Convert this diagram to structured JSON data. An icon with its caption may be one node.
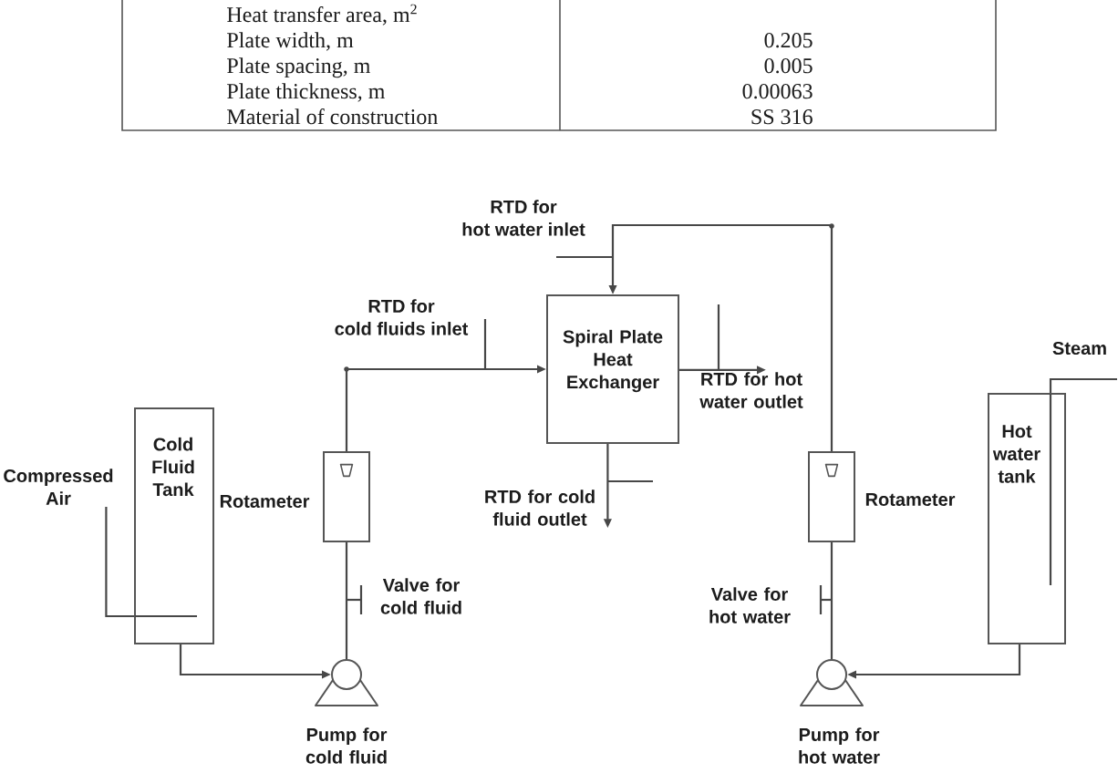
{
  "diagram": {
    "nodes": [
      {
        "text": [
          "Compressed Air"
        ]
      },
      {
        "text": [
          "Cold Fluid Tank"
        ]
      },
      {
        "text": [],
        "shape": "box",
        "beside": [
          "Rotameter"
        ]
      },
      {
        "text": [],
        "shape": "circle",
        "beside": [
          "Pump for cold fluid"
        ]
      },
      {
        "text": [
          "Spiral Plate Heat Exchanger"
        ]
      },
      {
        "text": [
          "RTD for hot water outlet"
        ]
      },
      {
        "text": [
          "RTD for cold fluid outlet"
        ]
      },
      {
        "text": [],
        "shape": "box",
        "beside": [
          "Rotameter"
        ]
      },
      {
        "text": [],
        "shape": "circle",
        "beside": [
          "Pump for hot water"
        ]
      },
      {
        "text": [
          "Hot water tank"
        ]
      }
    ],
    "edges": [
      {
        "from": 0,
        "to": 1,
        "arrow": "none"
      },
      {
        "from": 1,
        "to": 3,
        "arrow": "to"
      },
      {
        "from": 3,
        "to": 2,
        "arrow": "none"
      },
      {
        "from": 2,
        "to": 4,
        "arrow": "to"
      },
      {
        "from": 4,
        "to": 5,
        "arrow": "to"
      },
      {
        "from": 4,
        "to": 6,
        "arrow": "to"
      },
      {
        "from": 9,
        "to": 8,
        "arrow": "to"
      },
      {
        "from": 8,
        "to": 7,
        "arrow": "none"
      },
      {
        "from": 7,
        "to": 4,
        "arrow": "to"
      },
      {
        "from": null,
        "to": 9,
        "arrow": "none",
        "label": "Steam"
      }
    ],
    "labels": [
      "Heat transfer area, m$^{2}$",
      "Plate width, m",
      "0.205",
      "Plate spacing, m",
      "0.005",
      "Plate thickness, m",
      "0.00063",
      "Material of construction",
      "SS 316",
      "RTD for hot water inlet",
      "RTD for cold fluids inlet",
      "Valve for cold fluid",
      "Valve for hot water"
    ]
  }
}
